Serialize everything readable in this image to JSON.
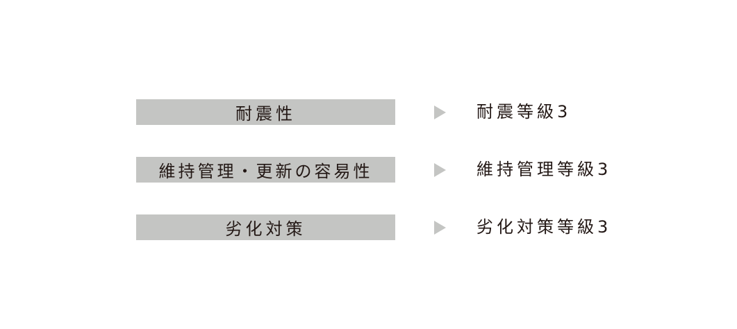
{
  "rows": [
    {
      "label": "耐震性",
      "value": "耐震等級3"
    },
    {
      "label": "維持管理・更新の容易性",
      "value": "維持管理等級3"
    },
    {
      "label": "劣化対策",
      "value": "劣化対策等級3"
    }
  ],
  "colors": {
    "box": "#c4c5c3",
    "text": "#231815"
  }
}
